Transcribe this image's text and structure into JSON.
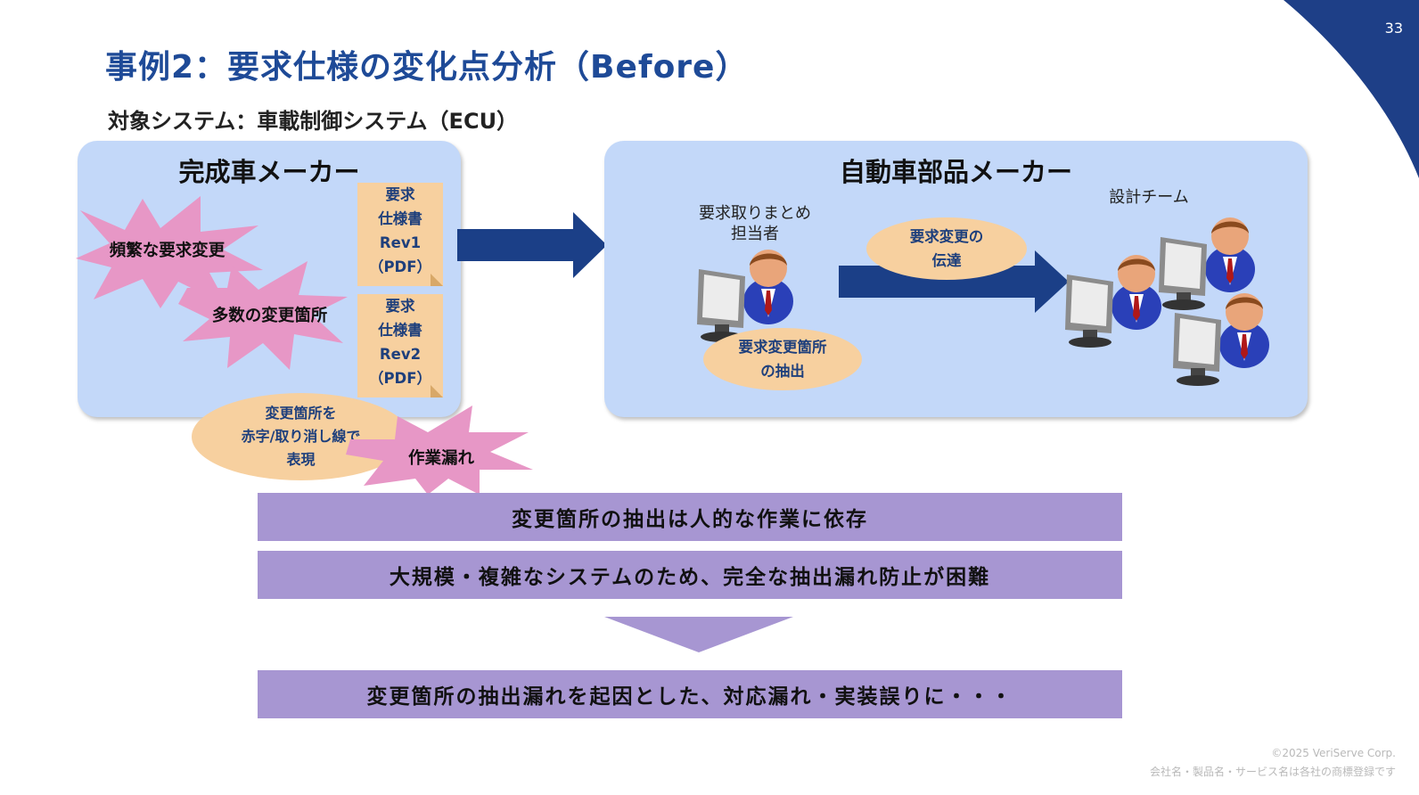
{
  "page_number": "33",
  "title": "事例2：要求仕様の変化点分析（Before）",
  "subtitle": "対象システム：車載制御システム（ECU）",
  "left_panel": {
    "title": "完成車メーカー",
    "docs": [
      {
        "line1": "要求",
        "line2": "仕様書",
        "line3": "Rev1",
        "line4": "（PDF）"
      },
      {
        "line1": "要求",
        "line2": "仕様書",
        "line3": "Rev2",
        "line4": "（PDF）"
      }
    ],
    "bursts": [
      "頻繁な要求変更",
      "多数の変更箇所",
      "作業漏れ"
    ],
    "ellipse": {
      "line1": "変更箇所を",
      "line2": "赤字/取り消し線で",
      "line3": "表現"
    }
  },
  "right_panel": {
    "title": "自動車部品メーカー",
    "person_label": {
      "line1": "要求取りまとめ",
      "line2": "担当者"
    },
    "team_label": "設計チーム",
    "transmit_ellipse": {
      "line1": "要求変更の",
      "line2": "伝達"
    },
    "extract_ellipse": {
      "line1": "要求変更箇所",
      "line2": "の抽出"
    }
  },
  "bars": [
    "変更箇所の抽出は人的な作業に依存",
    "大規模・複雑なシステムのため、完全な抽出漏れ防止が困難",
    "変更箇所の抽出漏れを起因とした、対応漏れ・実装誤りに・・・"
  ],
  "footer": {
    "copyright": "©2025 VeriServe Corp.",
    "trademark": "会社名・製品名・サービス名は各社の商標登録です"
  },
  "colors": {
    "brand_navy": "#1e4a97",
    "arrow_navy": "#1b3f87",
    "panel_blue": "#c3d8f9",
    "doc_orange": "#f7d09f",
    "burst_pink": "#e797c6",
    "bar_purple": "#a796d2"
  }
}
